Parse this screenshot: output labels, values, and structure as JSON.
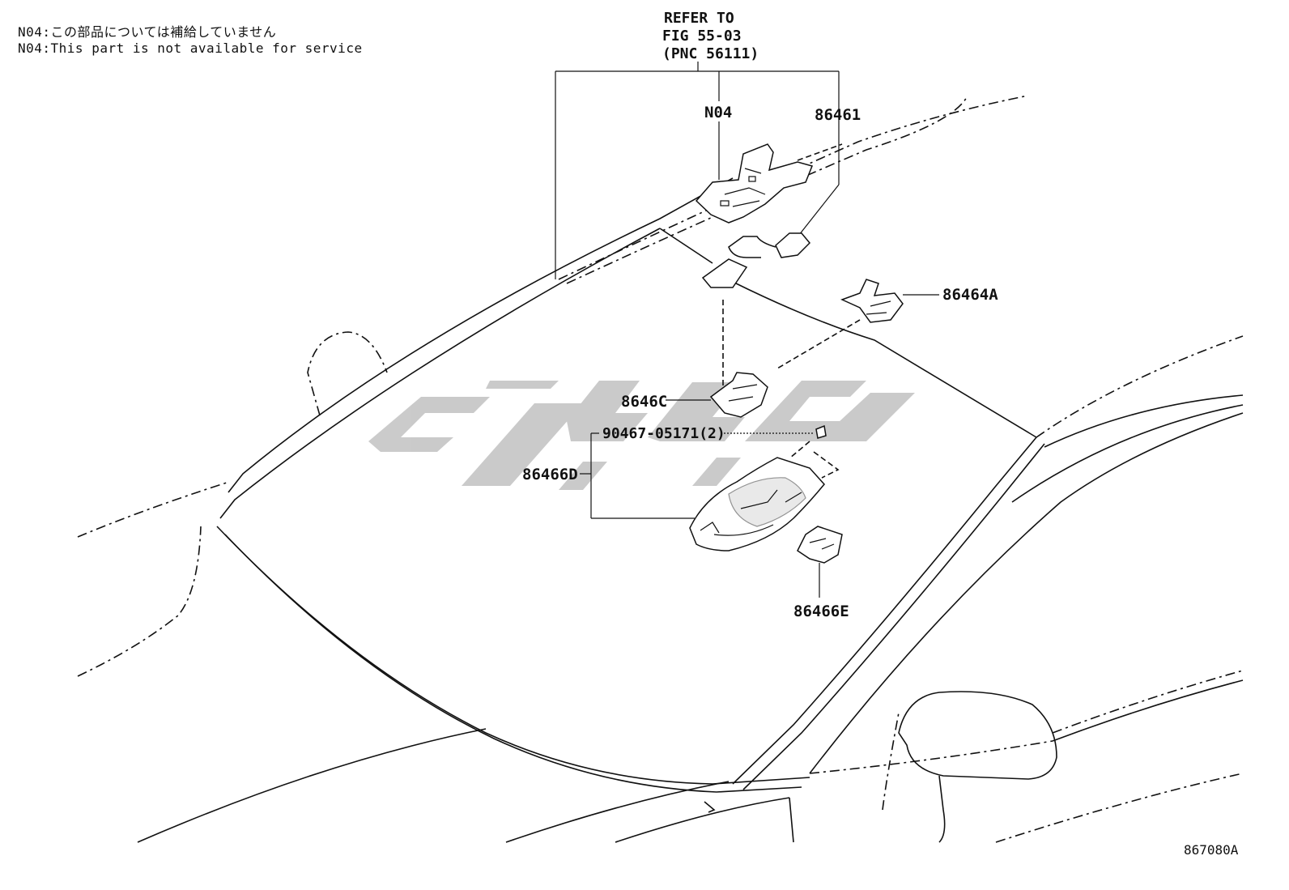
{
  "notes": {
    "line_ja": "N04:この部品については補給していません",
    "line_en": "N04:This part is not available for service"
  },
  "refer": {
    "line1": "REFER TO",
    "line2": "FIG 55-03",
    "line3": "(PNC 56111)"
  },
  "callouts": {
    "n04": "N04",
    "p86461": "86461",
    "p86464A": "86464A",
    "p8646C": "8646C",
    "p90467": "90467-05171(2)",
    "p86466D": "86466D",
    "p86466E": "86466E"
  },
  "figure_code": "867080A",
  "watermark_color": "#c8c8c8"
}
